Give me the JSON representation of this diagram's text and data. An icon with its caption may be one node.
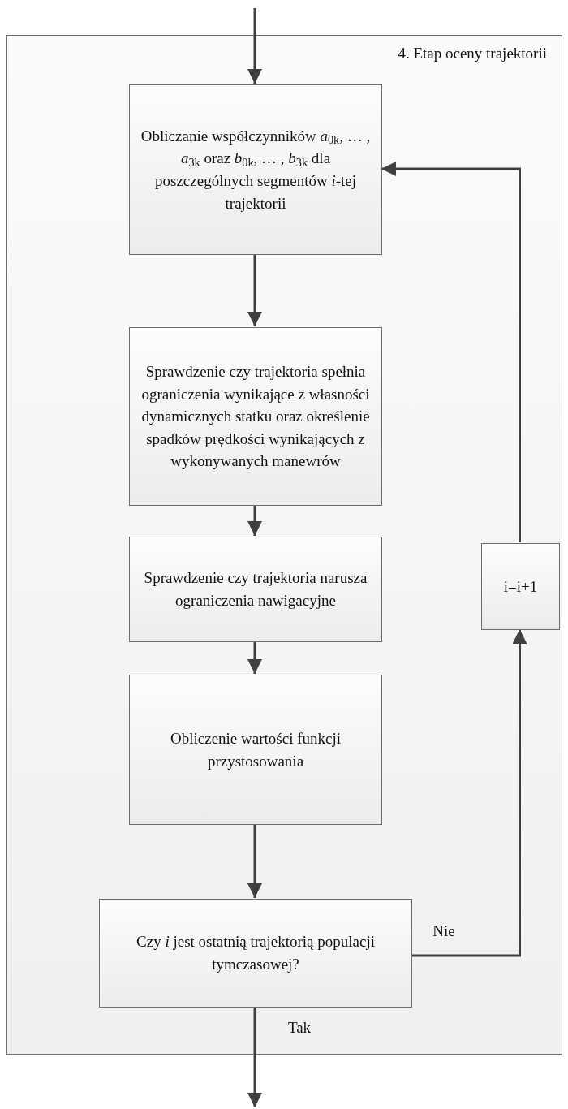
{
  "diagram": {
    "nodes": [
      {
        "text": [
          "4. Etap oceny trajektorii"
        ]
      },
      {
        "text": [
          "Obliczanie współczynników *a*$_{0k}$, … , *a*$_{3k}$ oraz *b*$_{0k}$, … , *b*$_{3k}$ dla poszczególnych segmentów *i*-tej trajektorii"
        ],
        "in": 0
      },
      {
        "text": [
          "Sprawdzenie czy trajektoria spełnia ograniczenia wynikające z własności dynamicznych statku oraz określenie spadków prędkości wynikających z wykonywanych manewrów"
        ],
        "in": 0
      },
      {
        "text": [
          "Sprawdzenie czy trajektoria narusza ograniczenia nawigacyjne"
        ],
        "in": 0
      },
      {
        "text": [
          "Obliczenie wartości funkcji przystosowania"
        ],
        "in": 0
      },
      {
        "text": [
          "Czy *i* jest ostatnią trajektorią populacji tymczasowej?"
        ],
        "in": 0
      },
      {
        "text": [
          "i=i+1"
        ],
        "in": 0
      }
    ],
    "edges": [
      {
        "from": null,
        "to": 1,
        "arrow": "to"
      },
      {
        "from": 1,
        "to": 2,
        "arrow": "to"
      },
      {
        "from": 2,
        "to": 3,
        "arrow": "to"
      },
      {
        "from": 3,
        "to": 4,
        "arrow": "to"
      },
      {
        "from": 4,
        "to": 5,
        "arrow": "to"
      },
      {
        "from": 5,
        "to": 6,
        "arrow": "to",
        "label": "Nie"
      },
      {
        "from": 6,
        "to": 1,
        "arrow": "to"
      },
      {
        "from": 5,
        "to": null,
        "arrow": "to",
        "label": "Tak"
      }
    ]
  }
}
